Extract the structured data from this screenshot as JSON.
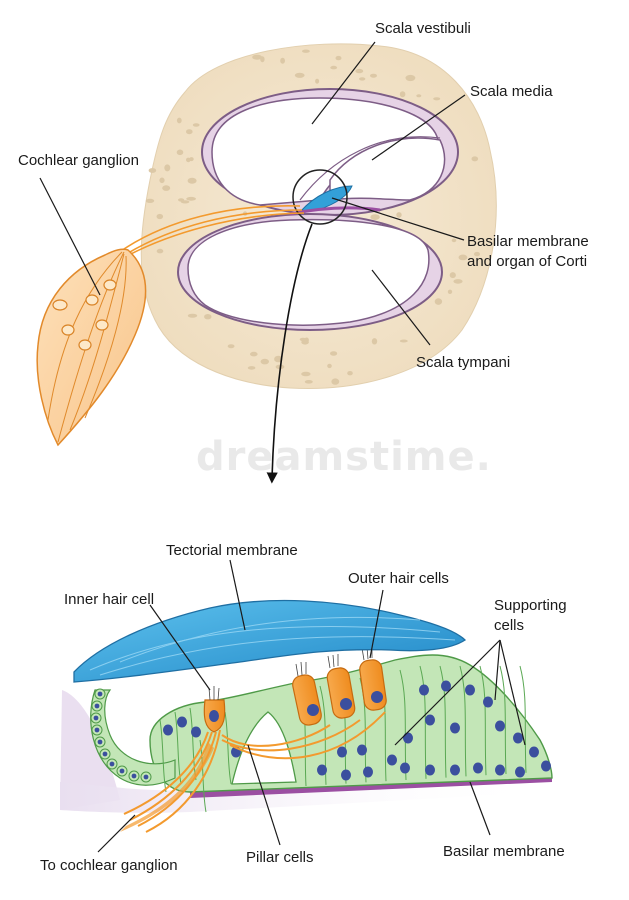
{
  "top_section": {
    "labels": {
      "scala_vestibuli": "Scala vestibuli",
      "scala_media": "Scala media",
      "cochlear_ganglion": "Cochlear ganglion",
      "basilar_membrane_line1": "Basilar membrane",
      "basilar_membrane_line2": "and organ of Corti",
      "scala_tympani": "Scala tympani"
    }
  },
  "watermark": "dreamstime.",
  "bottom_section": {
    "labels": {
      "tectorial_membrane": "Tectorial membrane",
      "outer_hair_cells": "Outer hair cells",
      "inner_hair_cell": "Inner hair cell",
      "supporting_cells_line1": "Supporting",
      "supporting_cells_line2": "cells",
      "to_cochlear_ganglion": "To cochlear ganglion",
      "pillar_cells": "Pillar cells",
      "basilar_membrane": "Basilar membrane"
    }
  },
  "colors": {
    "bone": "#f3e6cf",
    "bone_speckle": "#d9c6a6",
    "duct_wall": "#e3cfe3",
    "duct_outline": "#7d5d86",
    "tectorial": "#3aa6dc",
    "nerve": "#f39a2e",
    "ganglion_fill": "#fbd3a0",
    "supporting_cell": "#bfe3b3",
    "cell_outline": "#4f9a48",
    "nucleus": "#3b4f9e",
    "basilar": "#9b4fa2"
  }
}
